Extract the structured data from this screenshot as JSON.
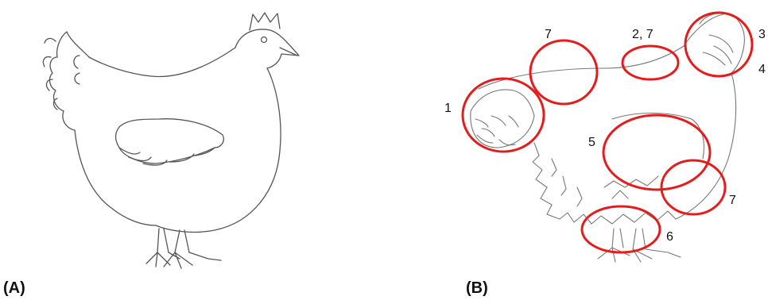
{
  "panels": {
    "a_label": "(A)",
    "b_label": "(B)"
  },
  "annotations": [
    {
      "id": "1",
      "text": "1"
    },
    {
      "id": "7a",
      "text": "7"
    },
    {
      "id": "27",
      "text": "2, 7"
    },
    {
      "id": "3",
      "text": "3"
    },
    {
      "id": "4",
      "text": "4"
    },
    {
      "id": "5",
      "text": "5"
    },
    {
      "id": "7b",
      "text": "7"
    },
    {
      "id": "6",
      "text": "6"
    }
  ],
  "colors": {
    "ring": "#e41c1c",
    "sketch": "#555555"
  }
}
